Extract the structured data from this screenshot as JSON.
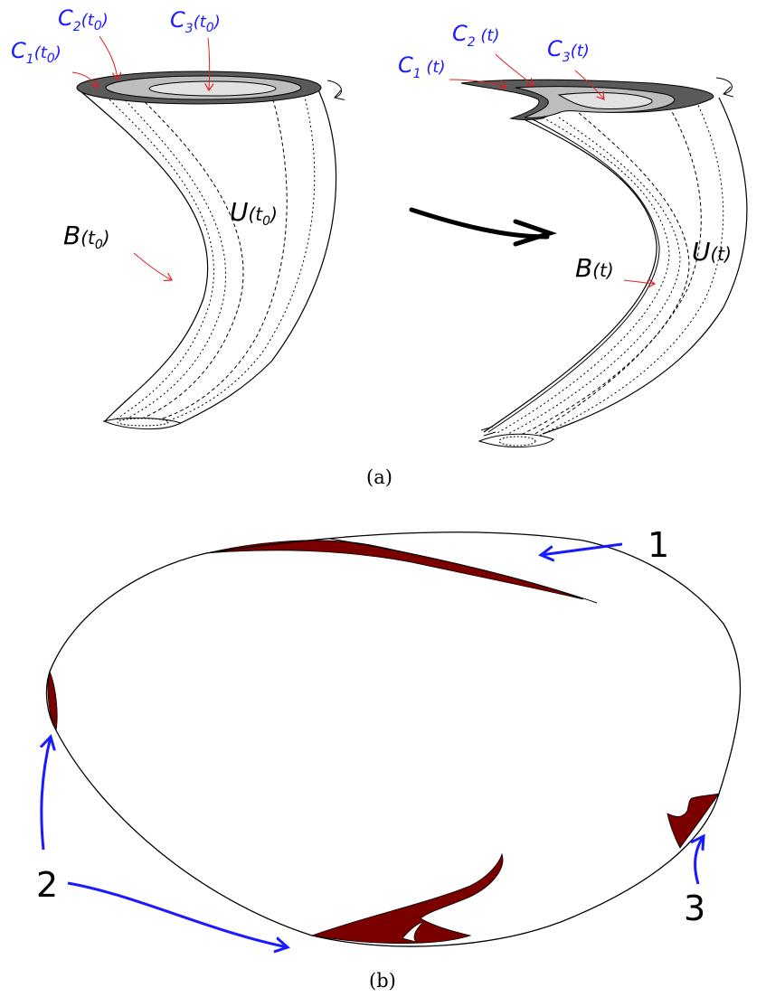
{
  "panel_a": {
    "caption": "(a)",
    "left_labels": {
      "c1": {
        "main": "C",
        "sub": "1",
        "arg": "(t",
        "argsub": "0",
        "close": ")"
      },
      "c2": {
        "main": "C",
        "sub": "2",
        "arg": "(t",
        "argsub": "0",
        "close": ")"
      },
      "c3": {
        "main": "C",
        "sub": "3",
        "arg": "(t",
        "argsub": "0",
        "close": ")"
      },
      "b": {
        "main": "B",
        "arg": "(t",
        "argsub": "0",
        "close": ")"
      },
      "u": {
        "main": "U",
        "arg": "(t",
        "argsub": "0",
        "close": ")"
      }
    },
    "right_labels": {
      "c1": {
        "main": "C",
        "sub": "1",
        "arg": " (t)"
      },
      "c2": {
        "main": "C",
        "sub": "2",
        "arg": " (t)"
      },
      "c3": {
        "main": "C",
        "sub": "3",
        "arg": "(t)"
      },
      "b": {
        "main": "B",
        "arg": "(t)"
      },
      "u": {
        "main": "U",
        "arg": "(t)"
      }
    }
  },
  "panel_b": {
    "caption": "(b)",
    "markers": {
      "one": "1",
      "two": "2",
      "three": "3"
    }
  },
  "colors": {
    "label_blue": "#1a1aff",
    "pointer_red": "#e02020",
    "arrow_blue": "#1a1aff",
    "region_dark_red": "#7a0000",
    "ring_dark": "#5a5a5a",
    "ring_mid": "#bdbdbd",
    "ring_light": "#e2e2e2"
  }
}
